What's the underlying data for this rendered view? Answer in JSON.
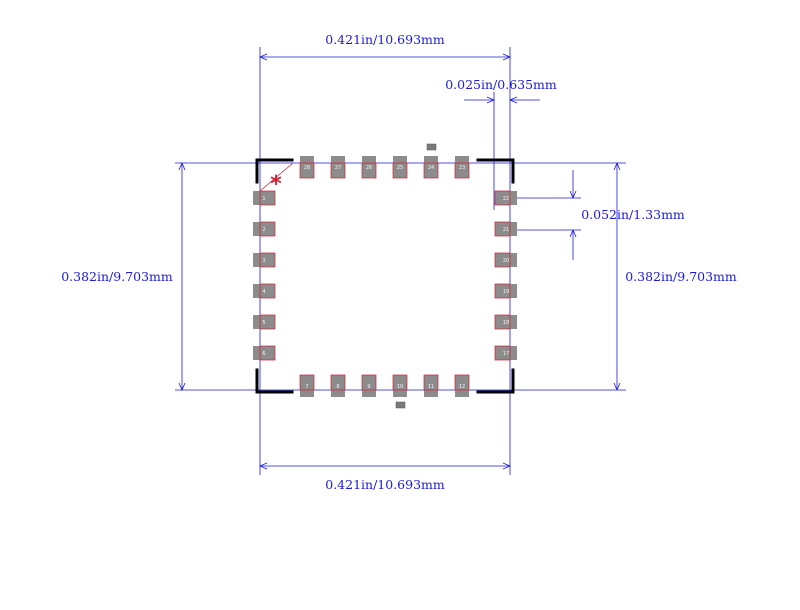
{
  "dimensions": {
    "width_top": "0.421in/10.693mm",
    "width_bottom": "0.421in/10.693mm",
    "height_left": "0.382in/9.703mm",
    "height_right": "0.382in/9.703mm",
    "pitch": "0.025in/0.635mm",
    "pad_spacing": "0.052in/1.33mm"
  },
  "pin1_marker": "*",
  "colors": {
    "dimension": "#1a1adb",
    "outline": "#000000",
    "pad_fill": "#8c8c8c",
    "pad_outline": "#cc2233",
    "pin1_marker": "#cc2233"
  },
  "pads": {
    "top": [
      "28",
      "27",
      "26",
      "25",
      "24",
      "23"
    ],
    "bottom": [
      "7",
      "8",
      "9",
      "10",
      "11",
      "12"
    ],
    "left": [
      "1",
      "2",
      "3",
      "4",
      "5",
      "6"
    ],
    "right": [
      "22",
      "21",
      "20",
      "19",
      "18",
      "17"
    ]
  }
}
